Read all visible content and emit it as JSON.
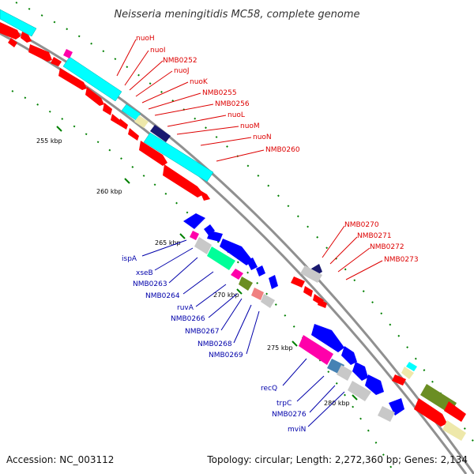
{
  "title": "Neisseria meningitidis MC58, complete genome",
  "accession": "Accession: NC_003112",
  "topology": "Topology: circular; Length: 2,272,360 bp; Genes: 2,134",
  "colors": {
    "forward_cds": "#ff0000",
    "reverse_cds": "#0000ff",
    "cog_cyan": "#00ffff",
    "cog_gray": "#c8c8c8",
    "cog_green": "#00ff99",
    "cog_magenta": "#ff0099",
    "cog_olive": "#6b8e23",
    "cog_steel": "#4682b4",
    "cog_navy": "#191970",
    "cog_khaki": "#eee8aa",
    "cog_salmon": "#f08080",
    "backbone": "#808080",
    "tick": "#008000"
  },
  "ticks": [
    "255 kbp",
    "260 kbp",
    "265 kbp",
    "270 kbp",
    "275 kbp",
    "280 kbp"
  ],
  "forward_labels": [
    "nuoH",
    "nuoI",
    "NMB0252",
    "nuoJ",
    "nuoK",
    "NMB0255",
    "NMB0256",
    "nuoL",
    "nuoM",
    "nuoN",
    "NMB0260",
    "NMB0270",
    "NMB0271",
    "NMB0272",
    "NMB0273"
  ],
  "reverse_labels": [
    "ispA",
    "xseB",
    "NMB0263",
    "NMB0264",
    "ruvA",
    "NMB0266",
    "NMB0267",
    "NMB0268",
    "NMB0269",
    "recQ",
    "trpC",
    "NMB0276",
    "mviN"
  ]
}
